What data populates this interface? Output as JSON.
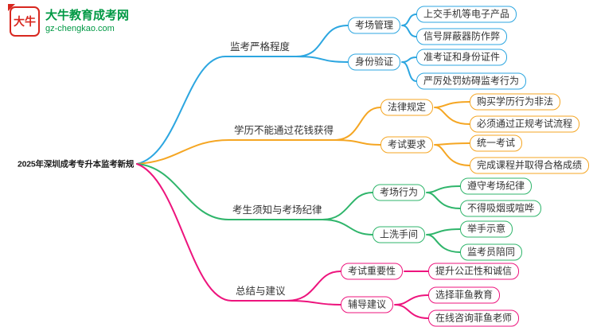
{
  "logo": {
    "badge": "大牛",
    "title": "大牛教育成考网",
    "url": "gz-chengkao.com",
    "brand_color": "#d8271f",
    "text_color": "#009944"
  },
  "root": {
    "label": "2025年深圳成考专升本监考新规"
  },
  "branches": [
    {
      "label": "监考严格程度",
      "color": "#2ca6e0",
      "children": [
        {
          "label": "考场管理",
          "children": [
            {
              "label": "上交手机等电子产品"
            },
            {
              "label": "信号屏蔽器防作弊"
            }
          ]
        },
        {
          "label": "身份验证",
          "children": [
            {
              "label": "准考证和身份证件"
            },
            {
              "label": "严厉处罚妨碍监考行为"
            }
          ]
        }
      ]
    },
    {
      "label": "学历不能通过花钱获得",
      "color": "#f5a623",
      "children": [
        {
          "label": "法律规定",
          "children": [
            {
              "label": "购买学历行为非法"
            },
            {
              "label": "必须通过正规考试流程"
            }
          ]
        },
        {
          "label": "考试要求",
          "children": [
            {
              "label": "统一考试"
            },
            {
              "label": "完成课程并取得合格成绩"
            }
          ]
        }
      ]
    },
    {
      "label": "考生须知与考场纪律",
      "color": "#2fb56b",
      "children": [
        {
          "label": "考场行为",
          "children": [
            {
              "label": "遵守考场纪律"
            },
            {
              "label": "不得吸烟或喧哗"
            }
          ]
        },
        {
          "label": "上洗手间",
          "children": [
            {
              "label": "举手示意"
            },
            {
              "label": "监考员陪同"
            }
          ]
        }
      ]
    },
    {
      "label": "总结与建议",
      "color": "#ed147d",
      "children": [
        {
          "label": "考试重要性",
          "children": [
            {
              "label": "提升公正性和诚信"
            }
          ]
        },
        {
          "label": "辅导建议",
          "children": [
            {
              "label": "选择菲鱼教育"
            },
            {
              "label": "在线咨询菲鱼老师"
            }
          ]
        }
      ]
    }
  ]
}
